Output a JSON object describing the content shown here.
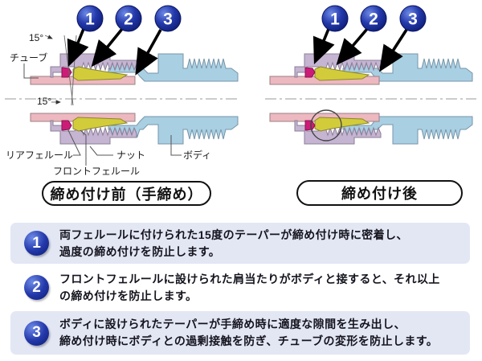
{
  "diagram_left": {
    "caption": "締め付け前（手締め）",
    "badges": [
      "1",
      "2",
      "3"
    ],
    "labels": {
      "tube": "チューブ",
      "angle_top": "15°",
      "angle_bottom": "15°",
      "rear_ferrule": "リアフェルール",
      "front_ferrule": "フロントフェルール",
      "nut": "ナット",
      "body": "ボディ"
    }
  },
  "diagram_right": {
    "caption": "締め付け後",
    "badges": [
      "1",
      "2",
      "3"
    ]
  },
  "notes": [
    {
      "number": "1",
      "line1": "両フェルールに付けられた15度のテーパーが締め付け時に密着し、",
      "line2": "過度の締め付けを防止します。"
    },
    {
      "number": "2",
      "line1": "フロントフェルールに設けられた肩当たりがボディと接すると、それ以上",
      "line2": "の締め付けを防止します。"
    },
    {
      "number": "3",
      "line1": "ボディに設けられたテーパーが手締め時に適度な隙間を生み出し、",
      "line2": "締め付け時にボディとの過剰接触を防ぎ、チューブの変形を防止します。"
    }
  ],
  "colors": {
    "badge_blue": "#2439ab",
    "note_background": "#e3e7f4",
    "nut": "#c6b4d3",
    "body": "#a9cfe3",
    "tube": "#edb8bf",
    "front_ferrule": "#d2cc3a",
    "rear_ferrule": "#cb1d78"
  }
}
